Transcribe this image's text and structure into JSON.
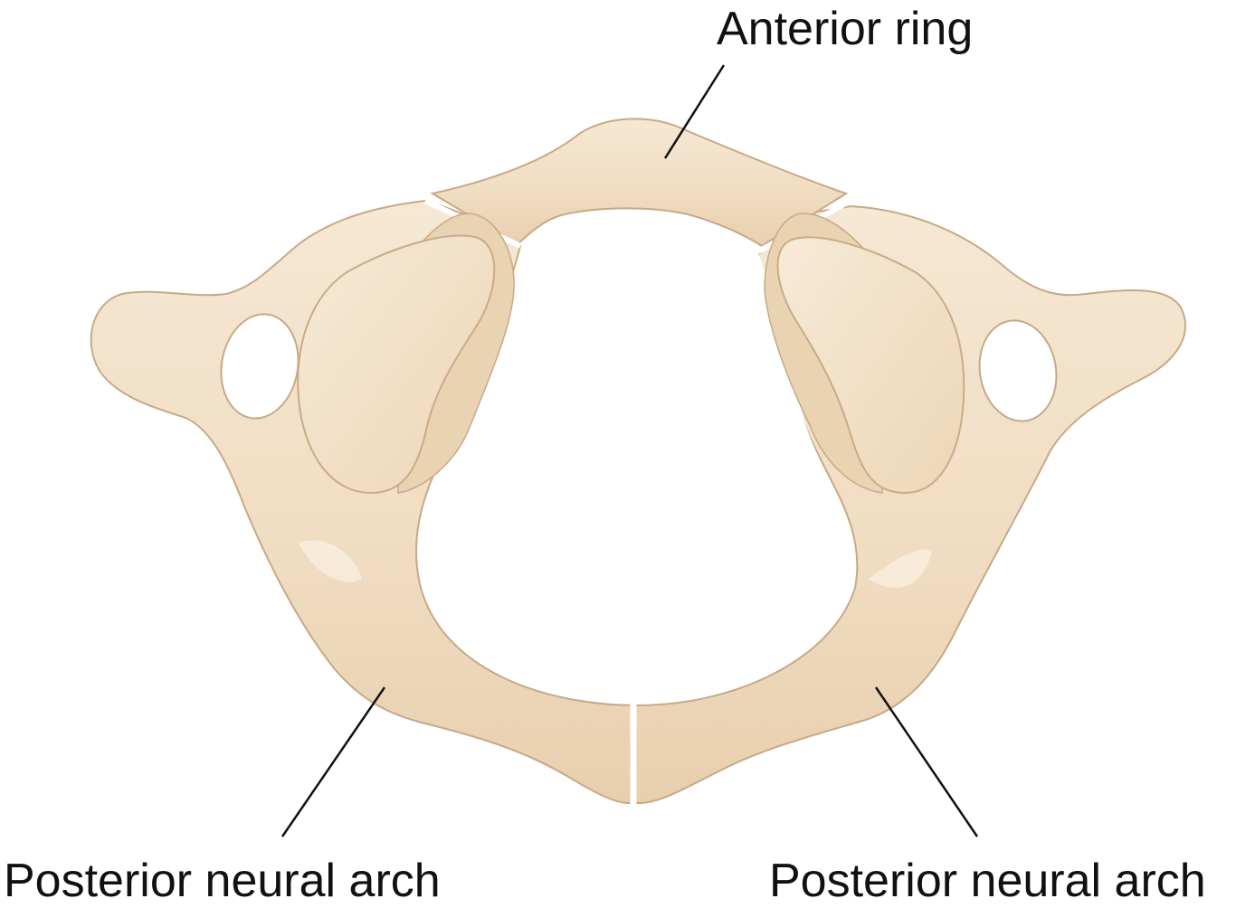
{
  "labels": {
    "anterior_ring": "Anterior ring",
    "posterior_left": "Posterior neural arch",
    "posterior_right": "Posterior neural arch"
  },
  "colors": {
    "bone_fill": "#f1dfc6",
    "bone_shadow": "#e2c8a5",
    "bone_highlight": "#fbf1e2",
    "bone_outline": "#c7a987",
    "leader_line": "#111111",
    "background": "#ffffff"
  }
}
